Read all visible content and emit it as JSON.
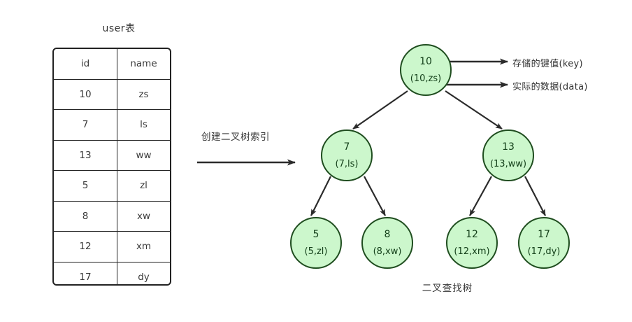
{
  "background": "#ffffff",
  "colors": {
    "node_fill": "#ccf7cc",
    "node_border": "#1f4d1f",
    "node_text": "#14401a",
    "line": "#2b2b2b",
    "table_border": "#222222",
    "text": "#333333"
  },
  "table": {
    "title": "user表",
    "headers": [
      "id",
      "name"
    ],
    "rows": [
      [
        "10",
        "zs"
      ],
      [
        "7",
        "ls"
      ],
      [
        "13",
        "ww"
      ],
      [
        "5",
        "zl"
      ],
      [
        "8",
        "xw"
      ],
      [
        "12",
        "xm"
      ],
      [
        "17",
        "dy"
      ]
    ]
  },
  "transform": {
    "label": "创建二叉树索引"
  },
  "tree": {
    "caption": "二叉查找树",
    "nodes": {
      "root": {
        "key": "10",
        "data": "(10,zs)"
      },
      "l1": {
        "key": "7",
        "data": "(7,ls)"
      },
      "r1": {
        "key": "13",
        "data": "(13,ww)"
      },
      "l2a": {
        "key": "5",
        "data": "(5,zl)"
      },
      "l2b": {
        "key": "8",
        "data": "(8,xw)"
      },
      "r2a": {
        "key": "12",
        "data": "(12,xm)"
      },
      "r2b": {
        "key": "17",
        "data": "(17,dy)"
      }
    }
  },
  "annotations": {
    "key_label": "存储的键值(key)",
    "data_label": "实际的数据(data)"
  }
}
